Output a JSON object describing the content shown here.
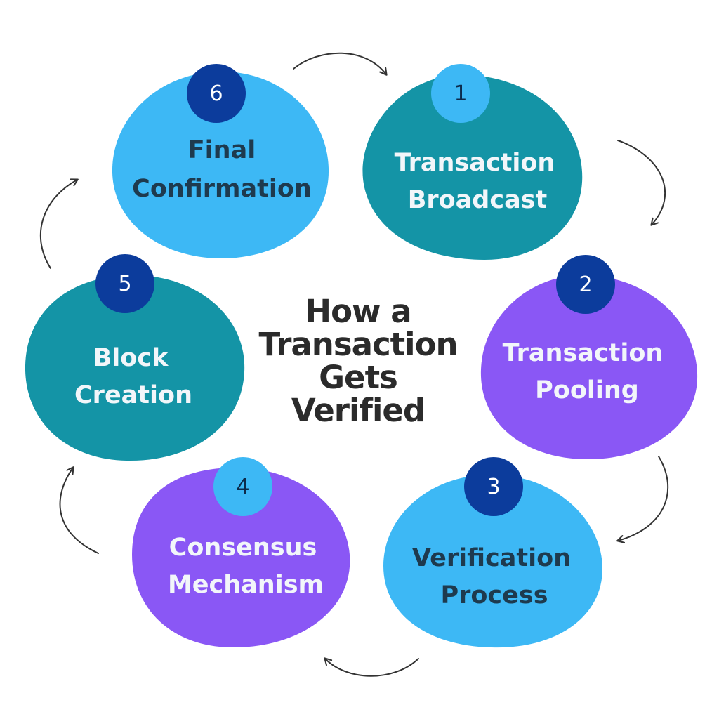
{
  "title": {
    "lines": [
      "How a",
      "Transaction",
      "Gets",
      "Verified"
    ]
  },
  "steps": [
    {
      "number": "1",
      "lines": [
        "Transaction",
        "Broadcast"
      ]
    },
    {
      "number": "2",
      "lines": [
        "Transaction",
        "Pooling"
      ]
    },
    {
      "number": "3",
      "lines": [
        "Verification",
        "Process"
      ]
    },
    {
      "number": "4",
      "lines": [
        "Consensus",
        "Mechanism"
      ]
    },
    {
      "number": "5",
      "lines": [
        "Block",
        "Creation"
      ]
    },
    {
      "number": "6",
      "lines": [
        "Final",
        "Confirmation"
      ]
    }
  ],
  "colors": {
    "teal": "#1494a6",
    "sky": "#3db8f5",
    "violet": "#8a57f5",
    "navy": "#0c3c9c",
    "dark_text": "#1e3a4e",
    "white_text": "#f2f6fa",
    "arrow": "#333333"
  }
}
